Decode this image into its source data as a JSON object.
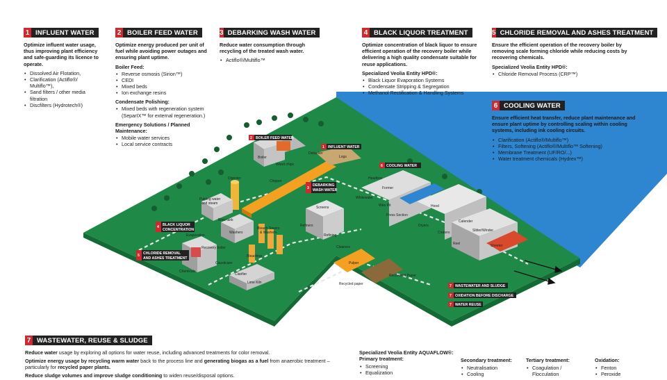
{
  "s1": {
    "num": "1",
    "title": "INFLUENT WATER",
    "intro": "Optimize influent water usage, thus improving plant efficiency and safe-guarding its licence to operate.",
    "items": [
      "Dissolved Air Flotation,",
      "Clarification (Actiflo®/ Multiflo™),",
      "Sand filters / other media filtration",
      "Discfilters (Hydrotech®)"
    ]
  },
  "s2": {
    "num": "2",
    "title": "BOILER FEED WATER",
    "intro": "Optimize energy produced per unit of fuel while avoiding power outages and ensuring plant uptime.",
    "feed_title": "Boiler Feed:",
    "feed_items": [
      "Reverse osmosis (Sirion™)",
      "CEDI",
      "Mixed beds",
      "Ion exchange resins"
    ],
    "pol_title": "Condensate Polishing:",
    "pol_items": [
      "Mixed beds with regeneration system (SeparIX™ for external regeneration.)"
    ],
    "em_title": "Emergency Solutions / Planned Maintenance:",
    "em_items": [
      "Mobile water services",
      "Local service contracts"
    ]
  },
  "s3": {
    "num": "3",
    "title": "DEBARKING WASH WATER",
    "intro": "Reduce water consumption through recycling of the treated wash water.",
    "items": [
      "Actiflo®/Multiflo™"
    ]
  },
  "s4": {
    "num": "4",
    "title": "BLACK LIQUOR TREATMENT",
    "intro": "Optimize concentration of black liquor to ensure efficient operation of the recovery boiler while delivering a high quality condensate suitable for reuse applications.",
    "sub": "Specialized Veolia Entity HPD®:",
    "items": [
      "Black Liquor Evaporation Systems",
      "Condensate Stripping & Segregation",
      "Methanol Rectification & Handling Systems"
    ]
  },
  "s5": {
    "num": "5",
    "title": "CHLORIDE REMOVAL AND ASHES TREATMENT",
    "intro": "Ensure the efficient operation of the recovery boiler by removing scale forming chloride while reducing costs by recovering chemicals.",
    "sub": "Specialized Veolia Entity HPD®:",
    "items": [
      "Chloride Removal Process (CRP™)"
    ]
  },
  "s6": {
    "num": "6",
    "title": "COOLING WATER",
    "intro": "Ensure efficient heat transfer, reduce plant maintenance and ensure plant uptime by controlling scaling within cooling systems, including ink cooling circuits.",
    "items": [
      "Clarification (Actiflo®/Multiflo™)",
      "Filters, Softening (Actiflo®/Multiflo™ Softening)",
      "Membrane Treatment (UF/RO/...)",
      "Water treatment chemicals (Hydrex™)"
    ]
  },
  "s7": {
    "num": "7",
    "title": "WASTEWATER, REUSE & SLUDGE",
    "p1_bold": "Reduce water",
    "p1_rest": " usage by exploring all options for water reuse, including advanced treatments for color removal.",
    "p2_bold": "Optimize energy usage by recycling warm water",
    "p2_mid": " back to the process line and ",
    "p2_bold2": "generating biogas as a fuel",
    "p2_rest": " from anaerobic treatment – particularly for ",
    "p2_bold3": "recycled paper plants.",
    "p3_bold": "Reduce sludge volumes and improve sludge conditioning",
    "p3_rest": " to widen reuse/disposal options.",
    "aq_title": "Specialized Veolia Entity AQUAFLOW®:",
    "primary_title": "Primary treatment:",
    "primary_items": [
      "Screening",
      "Equalization"
    ],
    "secondary_title": "Secondary treatment:",
    "secondary_items": [
      "Neutralisation",
      "Cooling"
    ],
    "tertiary_title": "Tertiary treatment:",
    "tertiary_items": [
      "Coagulation / Flocculation"
    ],
    "oxidation_title": "Oxidation:",
    "oxidation_items": [
      "Fenton",
      "Peroxide"
    ]
  },
  "diagram": {
    "tags": [
      {
        "num": "2",
        "text": "BOILER FEED WATER"
      },
      {
        "num": "1",
        "text": "INFLUENT WATER"
      },
      {
        "num": "3",
        "text": "DEBARKING"
      },
      {
        "num": "3",
        "text": "WASH WATER"
      },
      {
        "num": "6",
        "text": "COOLING WATER"
      },
      {
        "num": "4",
        "text": "BLACK LIQUOR"
      },
      {
        "num": "4",
        "text": "CONCENTRATION"
      },
      {
        "num": "5",
        "text": "CHLORIDE REMOVAL"
      },
      {
        "num": "5",
        "text": "AND ASHES TREATMENT"
      },
      {
        "num": "7",
        "text": "WASTEWATER AND SLUDGE"
      },
      {
        "num": "7",
        "text": "OXIDATION BEFORE DISCHARGE"
      },
      {
        "num": "7",
        "text": "WATER REUSE"
      }
    ],
    "labels": {
      "boiler": "Boiler",
      "wood_chips": "Wood chips",
      "debarker": "Debarker",
      "logs": "Logs",
      "digester": "Digester",
      "chipper": "Chipper",
      "pulp_water": "Pulping water",
      "and_steam": "and steam",
      "blow_tank": "Blow tank",
      "washers": "Washers",
      "bleach": "Bleach Towers",
      "and_washers": "& Washers",
      "evaporation": "Evaporation",
      "recovery_boiler": "Recovery boiler",
      "causticizer": "Causticizer",
      "bleaching": "Bleaching",
      "chemicals": "Chemicals",
      "clarifier": "Clarifier",
      "lime_kiln": "Lime Kiln",
      "refiners": "Refiners",
      "screens": "Screens",
      "refining": "Refining",
      "cleaners": "Cleaners",
      "pulper": "Pulper",
      "recycled_paper": "Recycled paper",
      "recovered_paper": "Recovered Paper",
      "headbox": "Headbox",
      "former": "Former",
      "whitewater": "Whitewater",
      "wire_pit": "Wire Pit",
      "press_section": "Press Section",
      "dryers": "Dryers",
      "hood": "Hood",
      "calender": "Calender",
      "coaters": "Coaters",
      "reel": "Reel",
      "slitter": "Slitter/Winder",
      "sheeter": "Sheeter"
    }
  }
}
